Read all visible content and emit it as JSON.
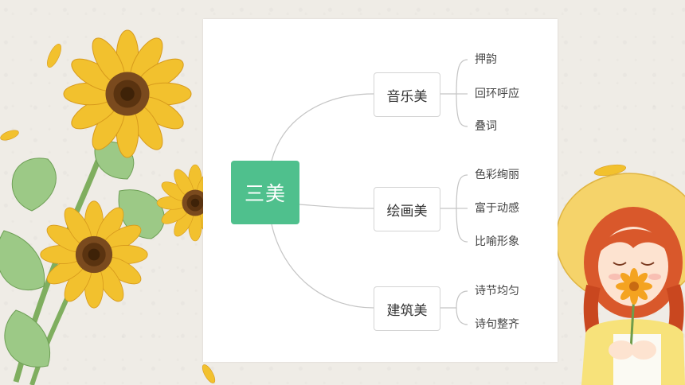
{
  "diagram": {
    "root": "三美",
    "branches": [
      {
        "label": "音乐美",
        "leaves": [
          "押韵",
          "回环呼应",
          "叠词"
        ]
      },
      {
        "label": "绘画美",
        "leaves": [
          "色彩绚丽",
          "富于动感",
          "比喻形象"
        ]
      },
      {
        "label": "建筑美",
        "leaves": [
          "诗节均匀",
          "诗句整齐"
        ]
      }
    ]
  },
  "colors": {
    "root_fill": "#4fc08d",
    "connector": "#c4c4c4",
    "sunflower_petal": "#f2c12e",
    "sunflower_center": "#7a4a1e",
    "leaf_green": "#8cc17a",
    "girl_hair": "#d9582b",
    "hat": "#f5d36a"
  },
  "icons": [
    "sunflower-illustration",
    "girl-with-flower-illustration",
    "petal-icon"
  ]
}
